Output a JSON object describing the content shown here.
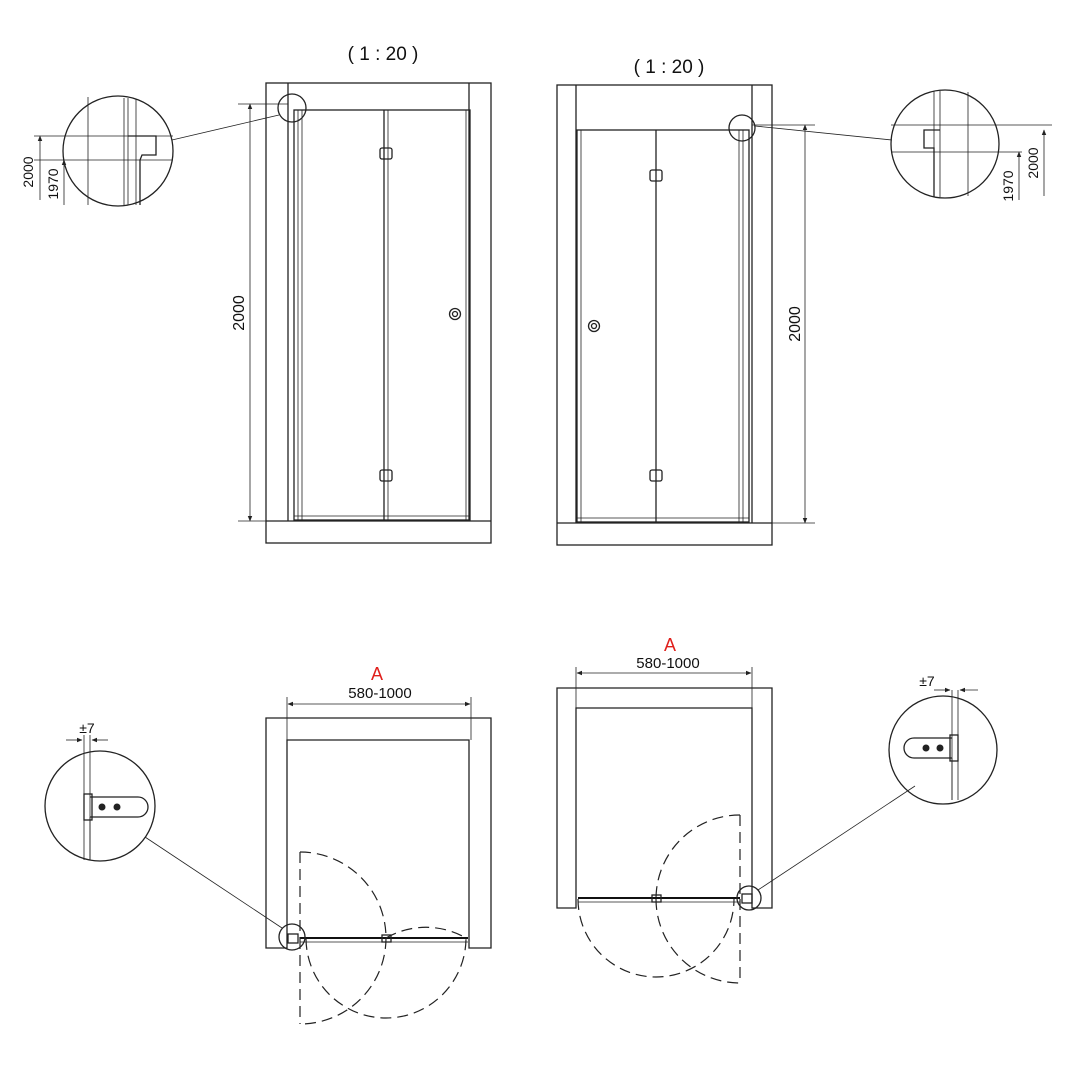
{
  "elevation_views": [
    {
      "scale": "( 1 : 20 )",
      "height": "2000",
      "detail_outer": "2000",
      "detail_inner": "1970"
    },
    {
      "scale": "( 1 : 20 )",
      "height": "2000",
      "detail_outer": "2000",
      "detail_inner": "1970"
    }
  ],
  "plan_views": [
    {
      "label": "A",
      "width_range": "580-1000",
      "tolerance": "±7"
    },
    {
      "label": "A",
      "width_range": "580-1000",
      "tolerance": "±7"
    }
  ],
  "colors": {
    "line": "#222222",
    "accent": "#e0201c",
    "background": "#ffffff"
  }
}
